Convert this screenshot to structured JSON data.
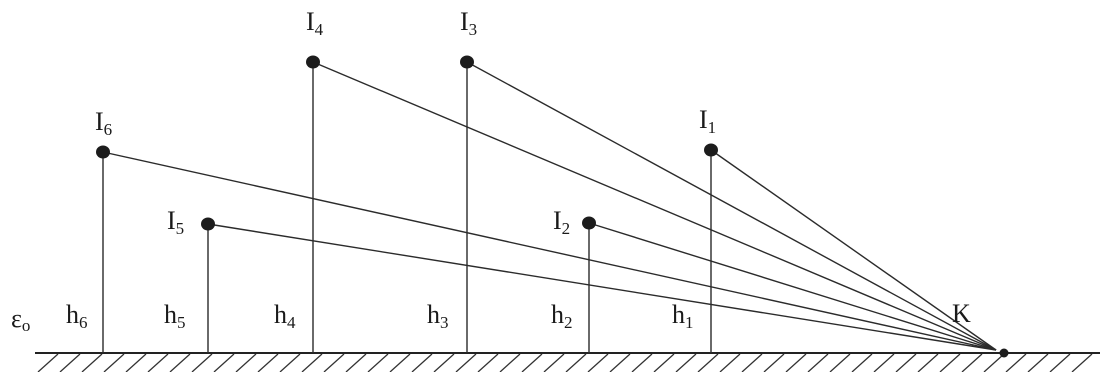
{
  "diagram": {
    "ground_label": {
      "base": "ε",
      "sub": "o"
    },
    "point_K": {
      "label": "K"
    },
    "sources": [
      {
        "id": "1",
        "label": {
          "base": "I",
          "sub": "1"
        },
        "height_label": {
          "base": "h",
          "sub": "1"
        }
      },
      {
        "id": "2",
        "label": {
          "base": "I",
          "sub": "2"
        },
        "height_label": {
          "base": "h",
          "sub": "2"
        }
      },
      {
        "id": "3",
        "label": {
          "base": "I",
          "sub": "3"
        },
        "height_label": {
          "base": "h",
          "sub": "3"
        }
      },
      {
        "id": "4",
        "label": {
          "base": "I",
          "sub": "4"
        },
        "height_label": {
          "base": "h",
          "sub": "4"
        }
      },
      {
        "id": "5",
        "label": {
          "base": "I",
          "sub": "5"
        },
        "height_label": {
          "base": "h",
          "sub": "5"
        }
      },
      {
        "id": "6",
        "label": {
          "base": "I",
          "sub": "6"
        },
        "height_label": {
          "base": "h",
          "sub": "6"
        }
      }
    ]
  }
}
